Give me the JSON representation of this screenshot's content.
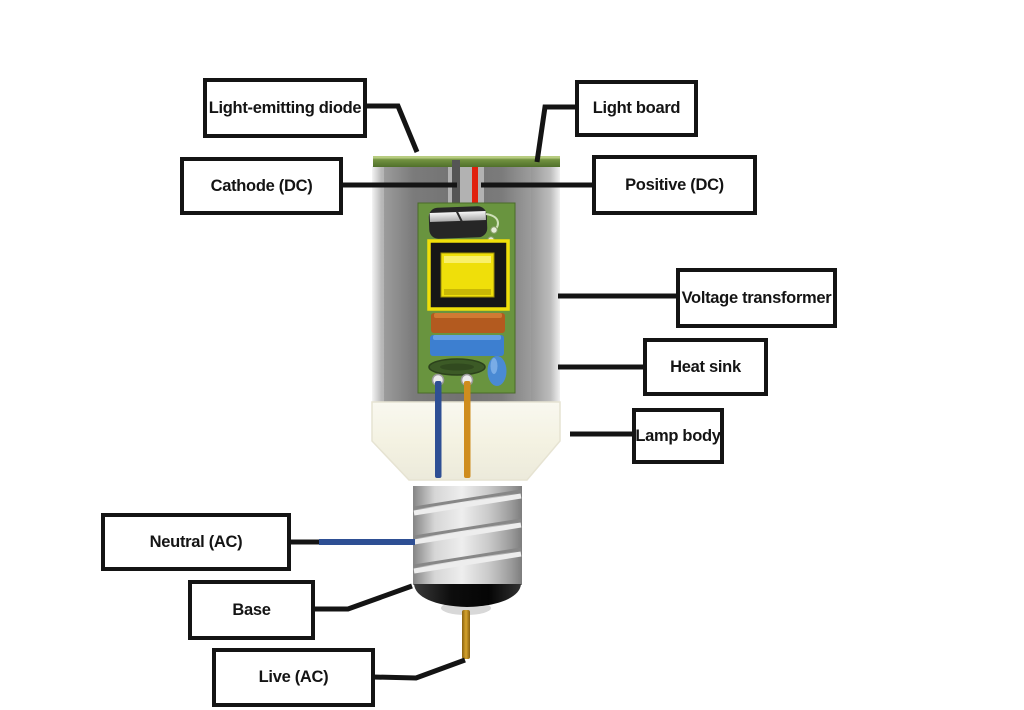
{
  "diagram": {
    "labels": {
      "led": "Light-emitting diode",
      "light_board": "Light board",
      "cathode": "Cathode (DC)",
      "positive": "Positive (DC)",
      "voltage_transformer": "Voltage transformer",
      "heat_sink": "Heat sink",
      "lamp_body": "Lamp body",
      "neutral": "Neutral (AC)",
      "base": "Base",
      "live": "Live (AC)"
    },
    "colors": {
      "label_border": "#141414",
      "label_bg": "#ffffff",
      "leader_line": "#141414",
      "light_board_green": "#6f8f3e",
      "shell_gray": "#8c8c8c",
      "heat_sink_gray": "#747474",
      "pcb_green": "#69943f",
      "capacitor_black": "#262626",
      "transformer_core": "#161616",
      "transformer_yellow": "#efdf0a",
      "resistor_orange": "#b35a1f",
      "smd_blue": "#3d7fd0",
      "inductor_green": "#3c5a26",
      "round_cap_blue": "#4a8ad4",
      "wire_gray": "#555555",
      "wire_red": "#e0200e",
      "wire_blue": "#2e4f94",
      "wire_orange": "#cf8d1e",
      "cream_body": "#f2f0e4",
      "base_cap_black": "#121212",
      "pin_gold": "#b8860b"
    }
  }
}
